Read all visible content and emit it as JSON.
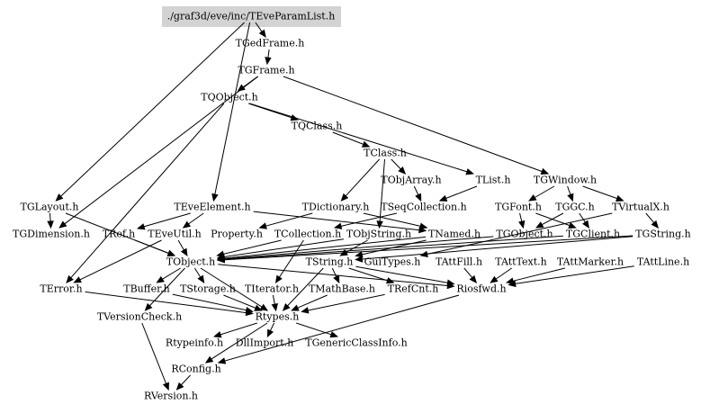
{
  "title": "",
  "colors": {
    "background": "#ffffff",
    "root_fill": "#d3d3d3",
    "text": "#000000",
    "edge": "#000000"
  },
  "nodes": [
    {
      "id": "root",
      "label": "./graf3d/eve/inc/TEveParamList.h",
      "highlight": true
    },
    {
      "id": "TGedFrame",
      "label": "TGedFrame.h"
    },
    {
      "id": "TGFrame",
      "label": "TGFrame.h"
    },
    {
      "id": "TQObject",
      "label": "TQObject.h"
    },
    {
      "id": "TQClass",
      "label": "TQClass.h"
    },
    {
      "id": "TClass",
      "label": "TClass.h"
    },
    {
      "id": "TObjArray",
      "label": "TObjArray.h"
    },
    {
      "id": "TList",
      "label": "TList.h"
    },
    {
      "id": "TGWindow",
      "label": "TGWindow.h"
    },
    {
      "id": "TGLayout",
      "label": "TGLayout.h"
    },
    {
      "id": "TEveElement",
      "label": "TEveElement.h"
    },
    {
      "id": "TDictionary",
      "label": "TDictionary.h"
    },
    {
      "id": "TSeqCollection",
      "label": "TSeqCollection.h"
    },
    {
      "id": "TGFont",
      "label": "TGFont.h"
    },
    {
      "id": "TGGC",
      "label": "TGGC.h"
    },
    {
      "id": "TVirtualX",
      "label": "TVirtualX.h"
    },
    {
      "id": "TGDimension",
      "label": "TGDimension.h"
    },
    {
      "id": "TRef",
      "label": "TRef.h"
    },
    {
      "id": "TEveUtil",
      "label": "TEveUtil.h"
    },
    {
      "id": "Property",
      "label": "Property.h"
    },
    {
      "id": "TCollection",
      "label": "TCollection.h"
    },
    {
      "id": "TObjString",
      "label": "TObjString.h"
    },
    {
      "id": "TNamed",
      "label": "TNamed.h"
    },
    {
      "id": "TGObject",
      "label": "TGObject.h"
    },
    {
      "id": "TGClient",
      "label": "TGClient.h"
    },
    {
      "id": "TGString",
      "label": "TGString.h"
    },
    {
      "id": "TObject",
      "label": "TObject.h"
    },
    {
      "id": "TString",
      "label": "TString.h"
    },
    {
      "id": "GuiTypes",
      "label": "GuiTypes.h"
    },
    {
      "id": "TAttFill",
      "label": "TAttFill.h"
    },
    {
      "id": "TAttText",
      "label": "TAttText.h"
    },
    {
      "id": "TAttMarker",
      "label": "TAttMarker.h"
    },
    {
      "id": "TAttLine",
      "label": "TAttLine.h"
    },
    {
      "id": "TError",
      "label": "TError.h"
    },
    {
      "id": "TBuffer",
      "label": "TBuffer.h"
    },
    {
      "id": "TStorage",
      "label": "TStorage.h"
    },
    {
      "id": "TIterator",
      "label": "TIterator.h"
    },
    {
      "id": "TMathBase",
      "label": "TMathBase.h"
    },
    {
      "id": "TRefCnt",
      "label": "TRefCnt.h"
    },
    {
      "id": "Riosfwd",
      "label": "Riosfwd.h"
    },
    {
      "id": "TVersionCheck",
      "label": "TVersionCheck.h"
    },
    {
      "id": "Rtypes",
      "label": "Rtypes.h"
    },
    {
      "id": "Rtypeinfo",
      "label": "Rtypeinfo.h"
    },
    {
      "id": "DllImport",
      "label": "DllImport.h"
    },
    {
      "id": "TGenericClassInfo",
      "label": "TGenericClassInfo.h"
    },
    {
      "id": "RConfig",
      "label": "RConfig.h"
    },
    {
      "id": "RVersion",
      "label": "RVersion.h"
    }
  ],
  "edges": [
    [
      "root",
      "TGedFrame"
    ],
    [
      "root",
      "TEveElement"
    ],
    [
      "root",
      "TGLayout"
    ],
    [
      "TGedFrame",
      "TGFrame"
    ],
    [
      "TGFrame",
      "TQObject"
    ],
    [
      "TGFrame",
      "TGWindow"
    ],
    [
      "TGFrame",
      "TGDimension"
    ],
    [
      "TQObject",
      "TQClass"
    ],
    [
      "TQObject",
      "TList"
    ],
    [
      "TQObject",
      "TError"
    ],
    [
      "TQClass",
      "TClass"
    ],
    [
      "TClass",
      "TObjArray"
    ],
    [
      "TClass",
      "TDictionary"
    ],
    [
      "TClass",
      "TObjString"
    ],
    [
      "TObjArray",
      "TSeqCollection"
    ],
    [
      "TList",
      "TSeqCollection"
    ],
    [
      "TGWindow",
      "TGFont"
    ],
    [
      "TGWindow",
      "TGGC"
    ],
    [
      "TGWindow",
      "TVirtualX"
    ],
    [
      "TGLayout",
      "TGDimension"
    ],
    [
      "TGLayout",
      "TObject"
    ],
    [
      "TEveElement",
      "TRef"
    ],
    [
      "TEveElement",
      "TEveUtil"
    ],
    [
      "TEveElement",
      "TNamed"
    ],
    [
      "TDictionary",
      "Property"
    ],
    [
      "TDictionary",
      "TNamed"
    ],
    [
      "TSeqCollection",
      "TCollection"
    ],
    [
      "TGFont",
      "TGObject"
    ],
    [
      "TGFont",
      "TGClient"
    ],
    [
      "TGGC",
      "TGClient"
    ],
    [
      "TGGC",
      "TGObject"
    ],
    [
      "TVirtualX",
      "TGString"
    ],
    [
      "TVirtualX",
      "GuiTypes"
    ],
    [
      "TRef",
      "TObject"
    ],
    [
      "TEveUtil",
      "TObject"
    ],
    [
      "TEveUtil",
      "TError"
    ],
    [
      "TCollection",
      "TObject"
    ],
    [
      "TCollection",
      "TIterator"
    ],
    [
      "TObjString",
      "TObject"
    ],
    [
      "TObjString",
      "TString"
    ],
    [
      "TNamed",
      "TObject"
    ],
    [
      "TNamed",
      "TString"
    ],
    [
      "TGObject",
      "TObject"
    ],
    [
      "TGClient",
      "TObject"
    ],
    [
      "TGString",
      "TObject"
    ],
    [
      "TGString",
      "TString"
    ],
    [
      "TObject",
      "Rtypes"
    ],
    [
      "TObject",
      "TStorage"
    ],
    [
      "TObject",
      "TVersionCheck"
    ],
    [
      "TObject",
      "TBuffer"
    ],
    [
      "TObject",
      "Riosfwd"
    ],
    [
      "TString",
      "TMathBase"
    ],
    [
      "TString",
      "TRefCnt"
    ],
    [
      "TString",
      "Riosfwd"
    ],
    [
      "TString",
      "Rtypes"
    ],
    [
      "TAttFill",
      "Riosfwd"
    ],
    [
      "TAttText",
      "Riosfwd"
    ],
    [
      "TAttMarker",
      "Riosfwd"
    ],
    [
      "TAttLine",
      "Riosfwd"
    ],
    [
      "TError",
      "Rtypes"
    ],
    [
      "TBuffer",
      "Rtypes"
    ],
    [
      "TStorage",
      "Rtypes"
    ],
    [
      "TIterator",
      "Rtypes"
    ],
    [
      "TMathBase",
      "Rtypes"
    ],
    [
      "TRefCnt",
      "Rtypes"
    ],
    [
      "Riosfwd",
      "RConfig"
    ],
    [
      "TVersionCheck",
      "RVersion"
    ],
    [
      "Rtypes",
      "Rtypeinfo"
    ],
    [
      "Rtypes",
      "DllImport"
    ],
    [
      "Rtypes",
      "TGenericClassInfo"
    ],
    [
      "Rtypes",
      "RConfig"
    ],
    [
      "RConfig",
      "RVersion"
    ]
  ]
}
